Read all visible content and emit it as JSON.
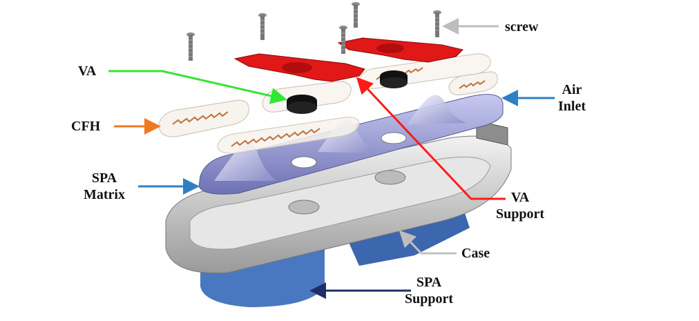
{
  "labels": {
    "screw": "screw",
    "va": "VA",
    "cfh": "CFH",
    "air_inlet": [
      "Air",
      "Inlet"
    ],
    "spa_matrix": [
      "SPA",
      "Matrix"
    ],
    "va_support": [
      "VA",
      "Support"
    ],
    "case": "Case",
    "spa_support": [
      "SPA",
      "Support"
    ]
  },
  "colors": {
    "screw_arrow": "#bdbdbd",
    "va_arrow": "#33e633",
    "cfh_arrow": "#f07820",
    "air_inlet_arrow": "#2f7fc4",
    "spa_matrix_arrow": "#2f7fc4",
    "va_support_arrow": "#ff1a1a",
    "case_arrow": "#c0c0c0",
    "spa_support_arrow": "#1f2f66",
    "va_support_part": "#e01818",
    "spa_matrix_part": "#9a9cd8",
    "case_part": "#c8c8c8",
    "spa_support_part": "#4a78c0",
    "heater_trace": "#c0703a"
  }
}
